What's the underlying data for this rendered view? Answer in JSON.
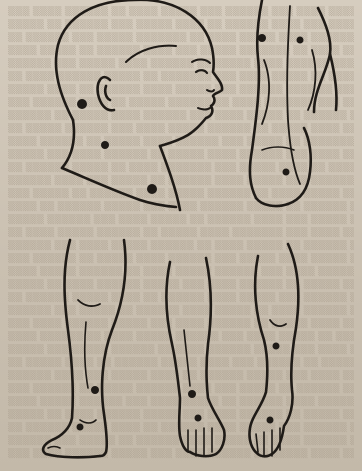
{
  "illustration": {
    "background_color": "#cfc6b8",
    "ink_color": "#1f1b17",
    "views": [
      {
        "view": "head-profile-right",
        "marked_points": 3
      },
      {
        "view": "back-torso",
        "marked_points": 3
      },
      {
        "view": "leg-lateral",
        "marked_points": 2
      },
      {
        "view": "arm-palm",
        "marked_points": 2
      },
      {
        "view": "arm-back",
        "marked_points": 2
      }
    ]
  }
}
